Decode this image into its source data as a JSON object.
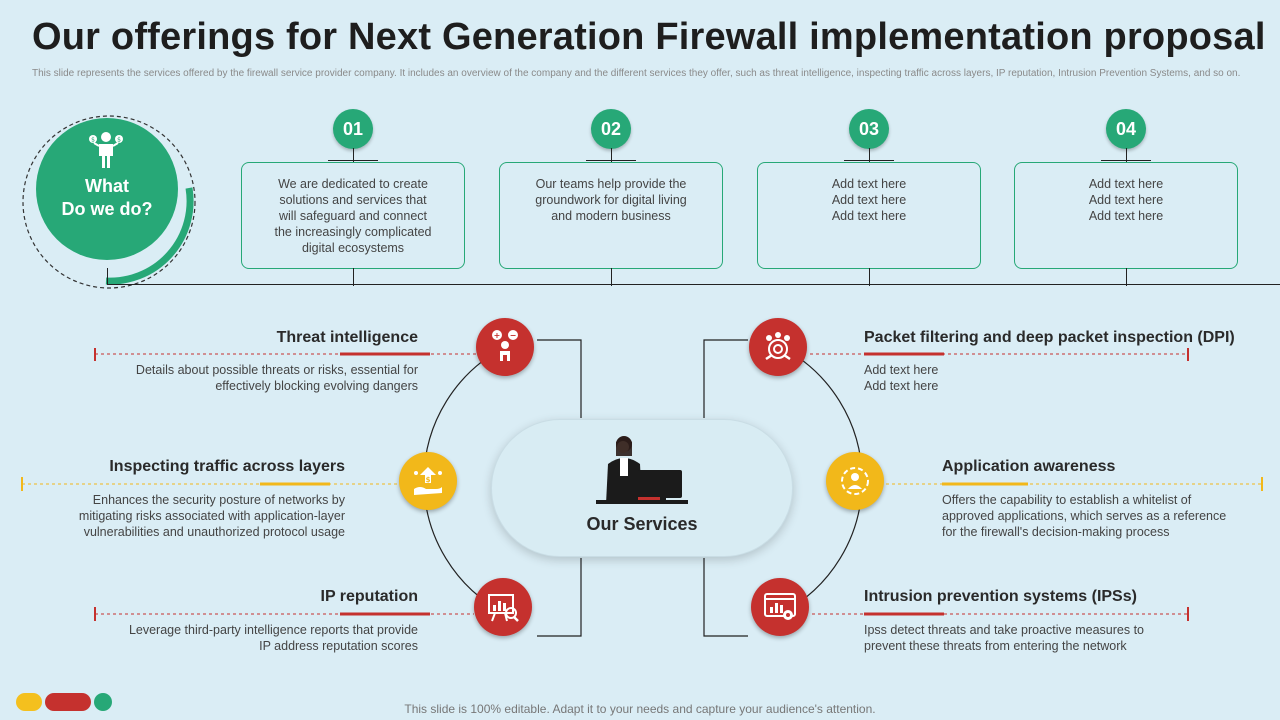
{
  "header": {
    "title": "Our offerings for Next Generation Firewall implementation proposal",
    "subtitle": "This slide represents the services offered by the firewall service provider company. It includes an overview of the company and the different services they offer, such as threat intelligence, inspecting traffic across layers, IP reputation, Intrusion Prevention Systems, and so on."
  },
  "what_we_do": {
    "line1": "What",
    "line2": "Do we do?"
  },
  "offerings": [
    {
      "number": "01",
      "lines": [
        "We are dedicated to create",
        "solutions and services that",
        "will safeguard and connect",
        "the increasingly complicated",
        "digital ecosystems"
      ]
    },
    {
      "number": "02",
      "lines": [
        "Our teams help provide the",
        "groundwork for digital living",
        "and modern business"
      ]
    },
    {
      "number": "03",
      "lines": [
        "Add text here",
        "Add text here",
        "Add text here"
      ]
    },
    {
      "number": "04",
      "lines": [
        "Add text here",
        "Add text here",
        "Add text here"
      ]
    }
  ],
  "services": {
    "center_label": "Our Services",
    "left": [
      {
        "title": "Threat intelligence",
        "desc": [
          "Details about possible threats or risks, essential for",
          "effectively blocking evolving dangers"
        ],
        "icon": "threat-person-icon"
      },
      {
        "title": "Inspecting traffic across layers",
        "desc": [
          "Enhances the security posture of networks by",
          "mitigating risks associated with application-layer",
          "vulnerabilities and unauthorized protocol usage"
        ],
        "icon": "money-hand-icon"
      },
      {
        "title": "IP reputation",
        "desc": [
          "Leverage third-party intelligence reports that provide",
          "IP address reputation scores"
        ],
        "icon": "chart-magnifier-icon"
      }
    ],
    "right": [
      {
        "title": "Packet filtering and deep packet inspection (DPI)",
        "desc": [
          "Add text here",
          "Add text here"
        ],
        "icon": "team-target-icon"
      },
      {
        "title": "Application awareness",
        "desc": [
          "Offers the capability to establish a whitelist of",
          "approved applications, which serves as a reference",
          "for the firewall's decision-making process"
        ],
        "icon": "person-gear-icon"
      },
      {
        "title": "Intrusion prevention systems (IPSs)",
        "desc": [
          "Ipss detect threats and take proactive measures to",
          "prevent these threats from entering the network"
        ],
        "icon": "monitor-chart-icon"
      }
    ]
  },
  "footer": {
    "text": "This slide is 100% editable. Adapt it to your needs and capture your audience's attention."
  },
  "colors": {
    "green": "#27a877",
    "red": "#c5312e",
    "yellow": "#f2b81a",
    "background": "#daedf5"
  }
}
